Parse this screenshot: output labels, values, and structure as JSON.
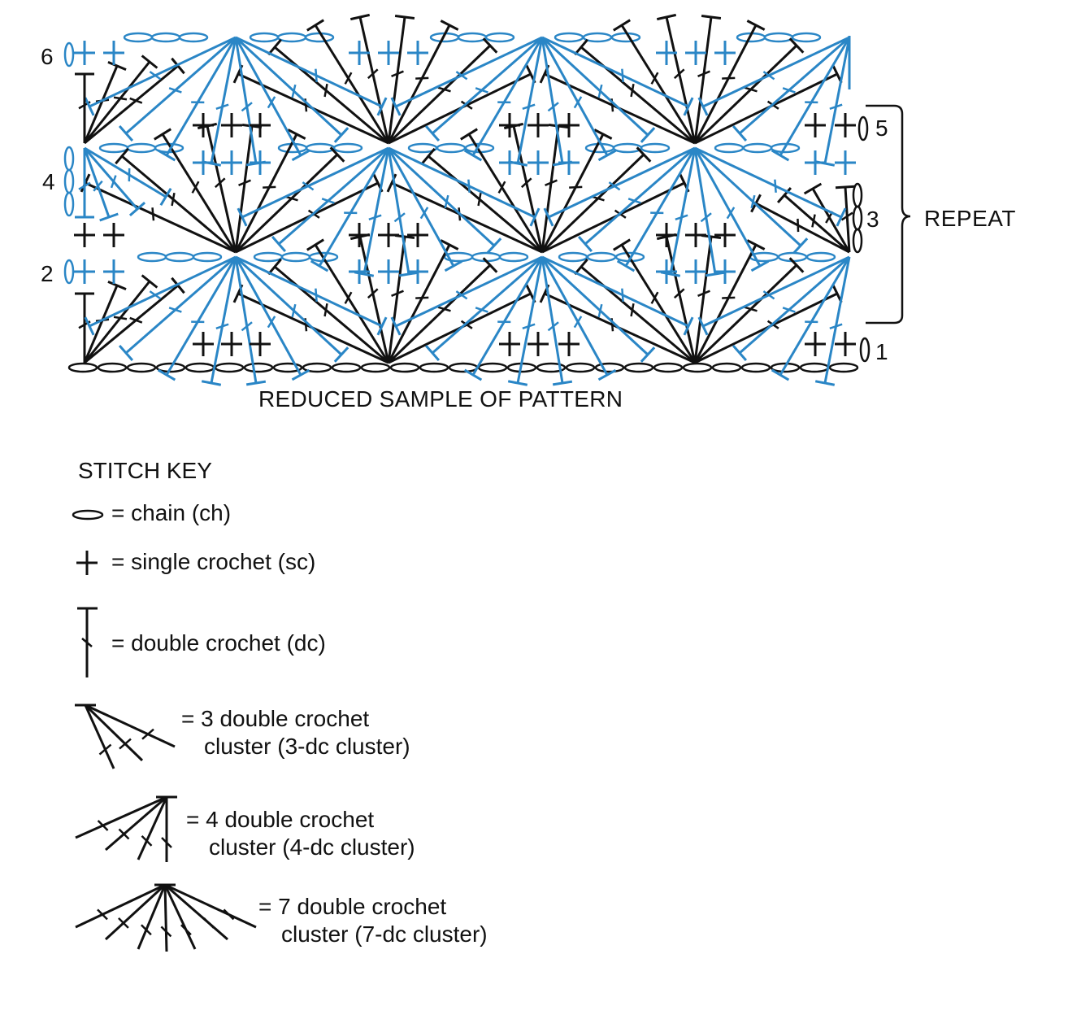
{
  "diagram": {
    "row_labels": [
      "1",
      "2",
      "3",
      "4",
      "5",
      "6"
    ],
    "repeat_label": "REPEAT",
    "caption": "REDUCED SAMPLE OF PATTERN",
    "colors": {
      "odd_rows": "#111111",
      "even_rows": "#2a86c6"
    }
  },
  "stitch_key": {
    "title": "STITCH KEY",
    "items": [
      {
        "symbol": "chain-icon",
        "line1": "= chain (ch)",
        "line2": ""
      },
      {
        "symbol": "single-crochet-icon",
        "line1": "= single crochet (sc)",
        "line2": ""
      },
      {
        "symbol": "double-crochet-icon",
        "line1": "= double crochet (dc)",
        "line2": ""
      },
      {
        "symbol": "three-dc-cluster-icon",
        "line1": "= 3 double crochet",
        "line2": "cluster (3-dc cluster)"
      },
      {
        "symbol": "four-dc-cluster-icon",
        "line1": "= 4 double crochet",
        "line2": "cluster (4-dc cluster)"
      },
      {
        "symbol": "seven-dc-cluster-icon",
        "line1": "= 7 double crochet",
        "line2": "cluster (7-dc cluster)"
      }
    ]
  }
}
